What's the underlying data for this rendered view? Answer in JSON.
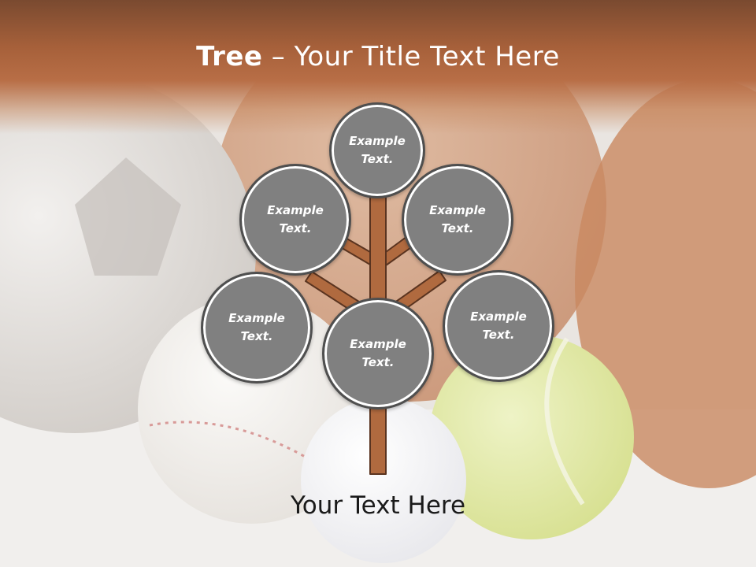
{
  "title": {
    "bold": "Tree",
    "rest": " – Your Title Text Here"
  },
  "nodes": [
    {
      "id": "top",
      "text": "Example Text."
    },
    {
      "id": "upper-left",
      "text": "Example Text."
    },
    {
      "id": "upper-right",
      "text": "Example Text."
    },
    {
      "id": "left",
      "text": "Example Text."
    },
    {
      "id": "center",
      "text": "Example Text."
    },
    {
      "id": "right",
      "text": "Example Text."
    }
  ],
  "caption": "Your Text Here",
  "colors": {
    "header": "#a6603a",
    "node_fill": "#808080",
    "node_border": "#4f4f4f",
    "branch": "#b06a3f"
  }
}
